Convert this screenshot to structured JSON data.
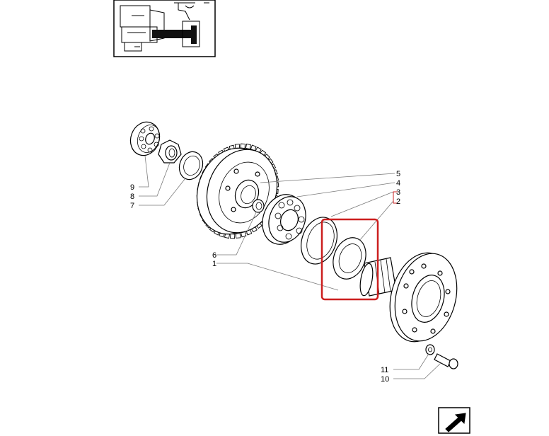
{
  "callouts": {
    "c1": "1",
    "c2": "2",
    "c3": "3",
    "c4": "4",
    "c5": "5",
    "c6": "6",
    "c7": "7",
    "c8": "8",
    "c9": "9",
    "c10": "10",
    "c11": "11"
  },
  "colors": {
    "highlight": "#cc1f1f",
    "bracket": "#cc1f1f",
    "line": "#000000",
    "leader": "#7a7a7a"
  },
  "icons": {
    "nav": "return-arrow-icon",
    "thumbnail": "assembly-thumbnail"
  }
}
